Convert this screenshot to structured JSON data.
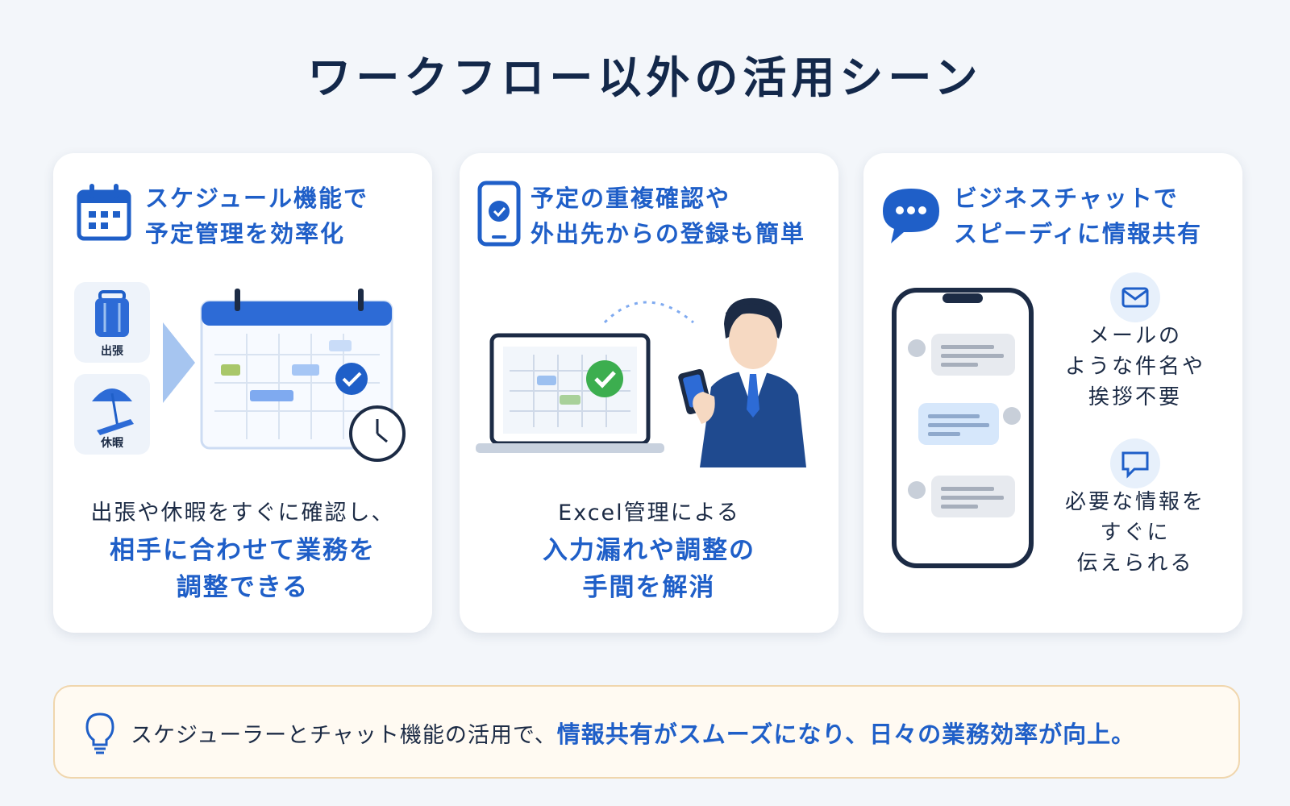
{
  "title": "ワークフロー以外の活用シーン",
  "colors": {
    "accent": "#1f5fc8",
    "title": "#13284a",
    "tip_border": "#f0d6ad"
  },
  "cards": [
    {
      "icon": "calendar-icon",
      "heading_line1": "スケジュール機能で",
      "heading_line2": "予定管理を効率化",
      "illustration": {
        "chips": [
          {
            "icon": "suitcase-icon",
            "label": "出張"
          },
          {
            "icon": "beach-umbrella-icon",
            "label": "休暇"
          }
        ]
      },
      "caption_line1": "出張や休暇をすぐに確認し、",
      "caption_strong_line1": "相手に合わせて業務を",
      "caption_strong_line2": "調整できる"
    },
    {
      "icon": "smartphone-check-icon",
      "heading_line1": "予定の重複確認や",
      "heading_line2": "外出先からの登録も簡単",
      "caption_line1": "Excel管理による",
      "caption_strong_line1": "入力漏れや調整の",
      "caption_strong_line2": "手間を解消"
    },
    {
      "icon": "chat-bubble-icon",
      "heading_line1": "ビジネスチャットで",
      "heading_line2": "スピーディに情報共有",
      "side_items": [
        {
          "icon": "mail-icon",
          "text": "メールの\nような件名や\n挨拶不要"
        },
        {
          "icon": "message-icon",
          "text": "必要な情報を\nすぐに\n伝えられる"
        }
      ]
    }
  ],
  "tip": {
    "icon": "lightbulb-icon",
    "text_plain": "スケジューラーとチャット機能の活用で、",
    "text_strong": "情報共有がスムーズになり、日々の業務効率が向上。"
  }
}
